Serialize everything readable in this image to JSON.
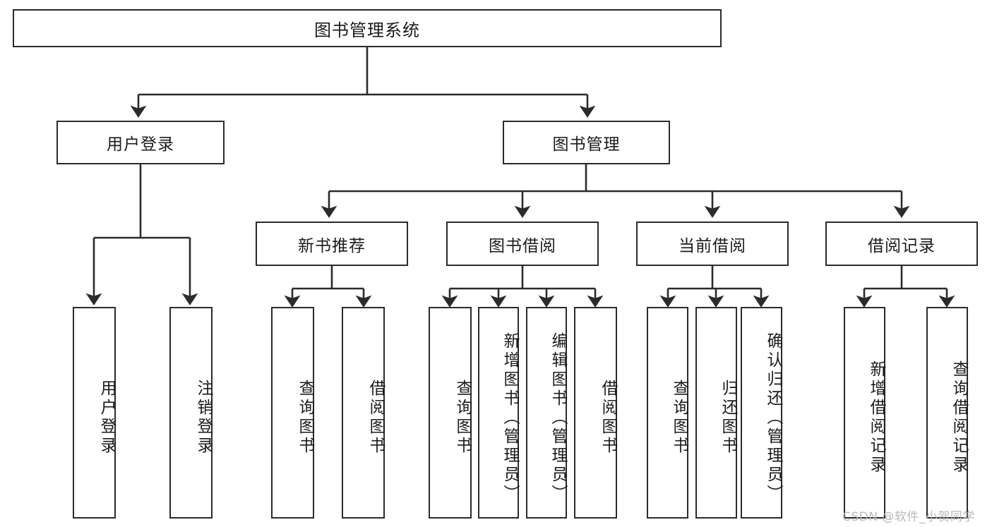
{
  "diagram": {
    "title": "图书管理系统",
    "level2": [
      {
        "label": "用户登录"
      },
      {
        "label": "图书管理"
      }
    ],
    "level3": [
      {
        "label": "新书推荐"
      },
      {
        "label": "图书借阅"
      },
      {
        "label": "当前借阅"
      },
      {
        "label": "借阅记录"
      }
    ],
    "leaves": {
      "user_login": [
        {
          "label": "用户登录"
        },
        {
          "label": "注销登录"
        }
      ],
      "new_book_recommend": [
        {
          "label": "查询图书"
        },
        {
          "label": "借阅图书"
        }
      ],
      "book_borrow": [
        {
          "label": "查询图书"
        },
        {
          "label": "新增图书（管理员）"
        },
        {
          "label": "编辑图书（管理员）"
        },
        {
          "label": "借阅图书"
        }
      ],
      "current_borrow": [
        {
          "label": "查询图书"
        },
        {
          "label": "归还图书"
        },
        {
          "label": "确认归还（管理员）"
        }
      ],
      "borrow_records": [
        {
          "label": "新增借阅记录"
        },
        {
          "label": "查询借阅记录"
        }
      ]
    }
  },
  "watermark": {
    "text": "CSDN @软件_小贺同学"
  },
  "colors": {
    "stroke": "#2b2b2b",
    "background": "#ffffff",
    "text": "#1b1b1b",
    "watermark": "#b9b9b9"
  }
}
